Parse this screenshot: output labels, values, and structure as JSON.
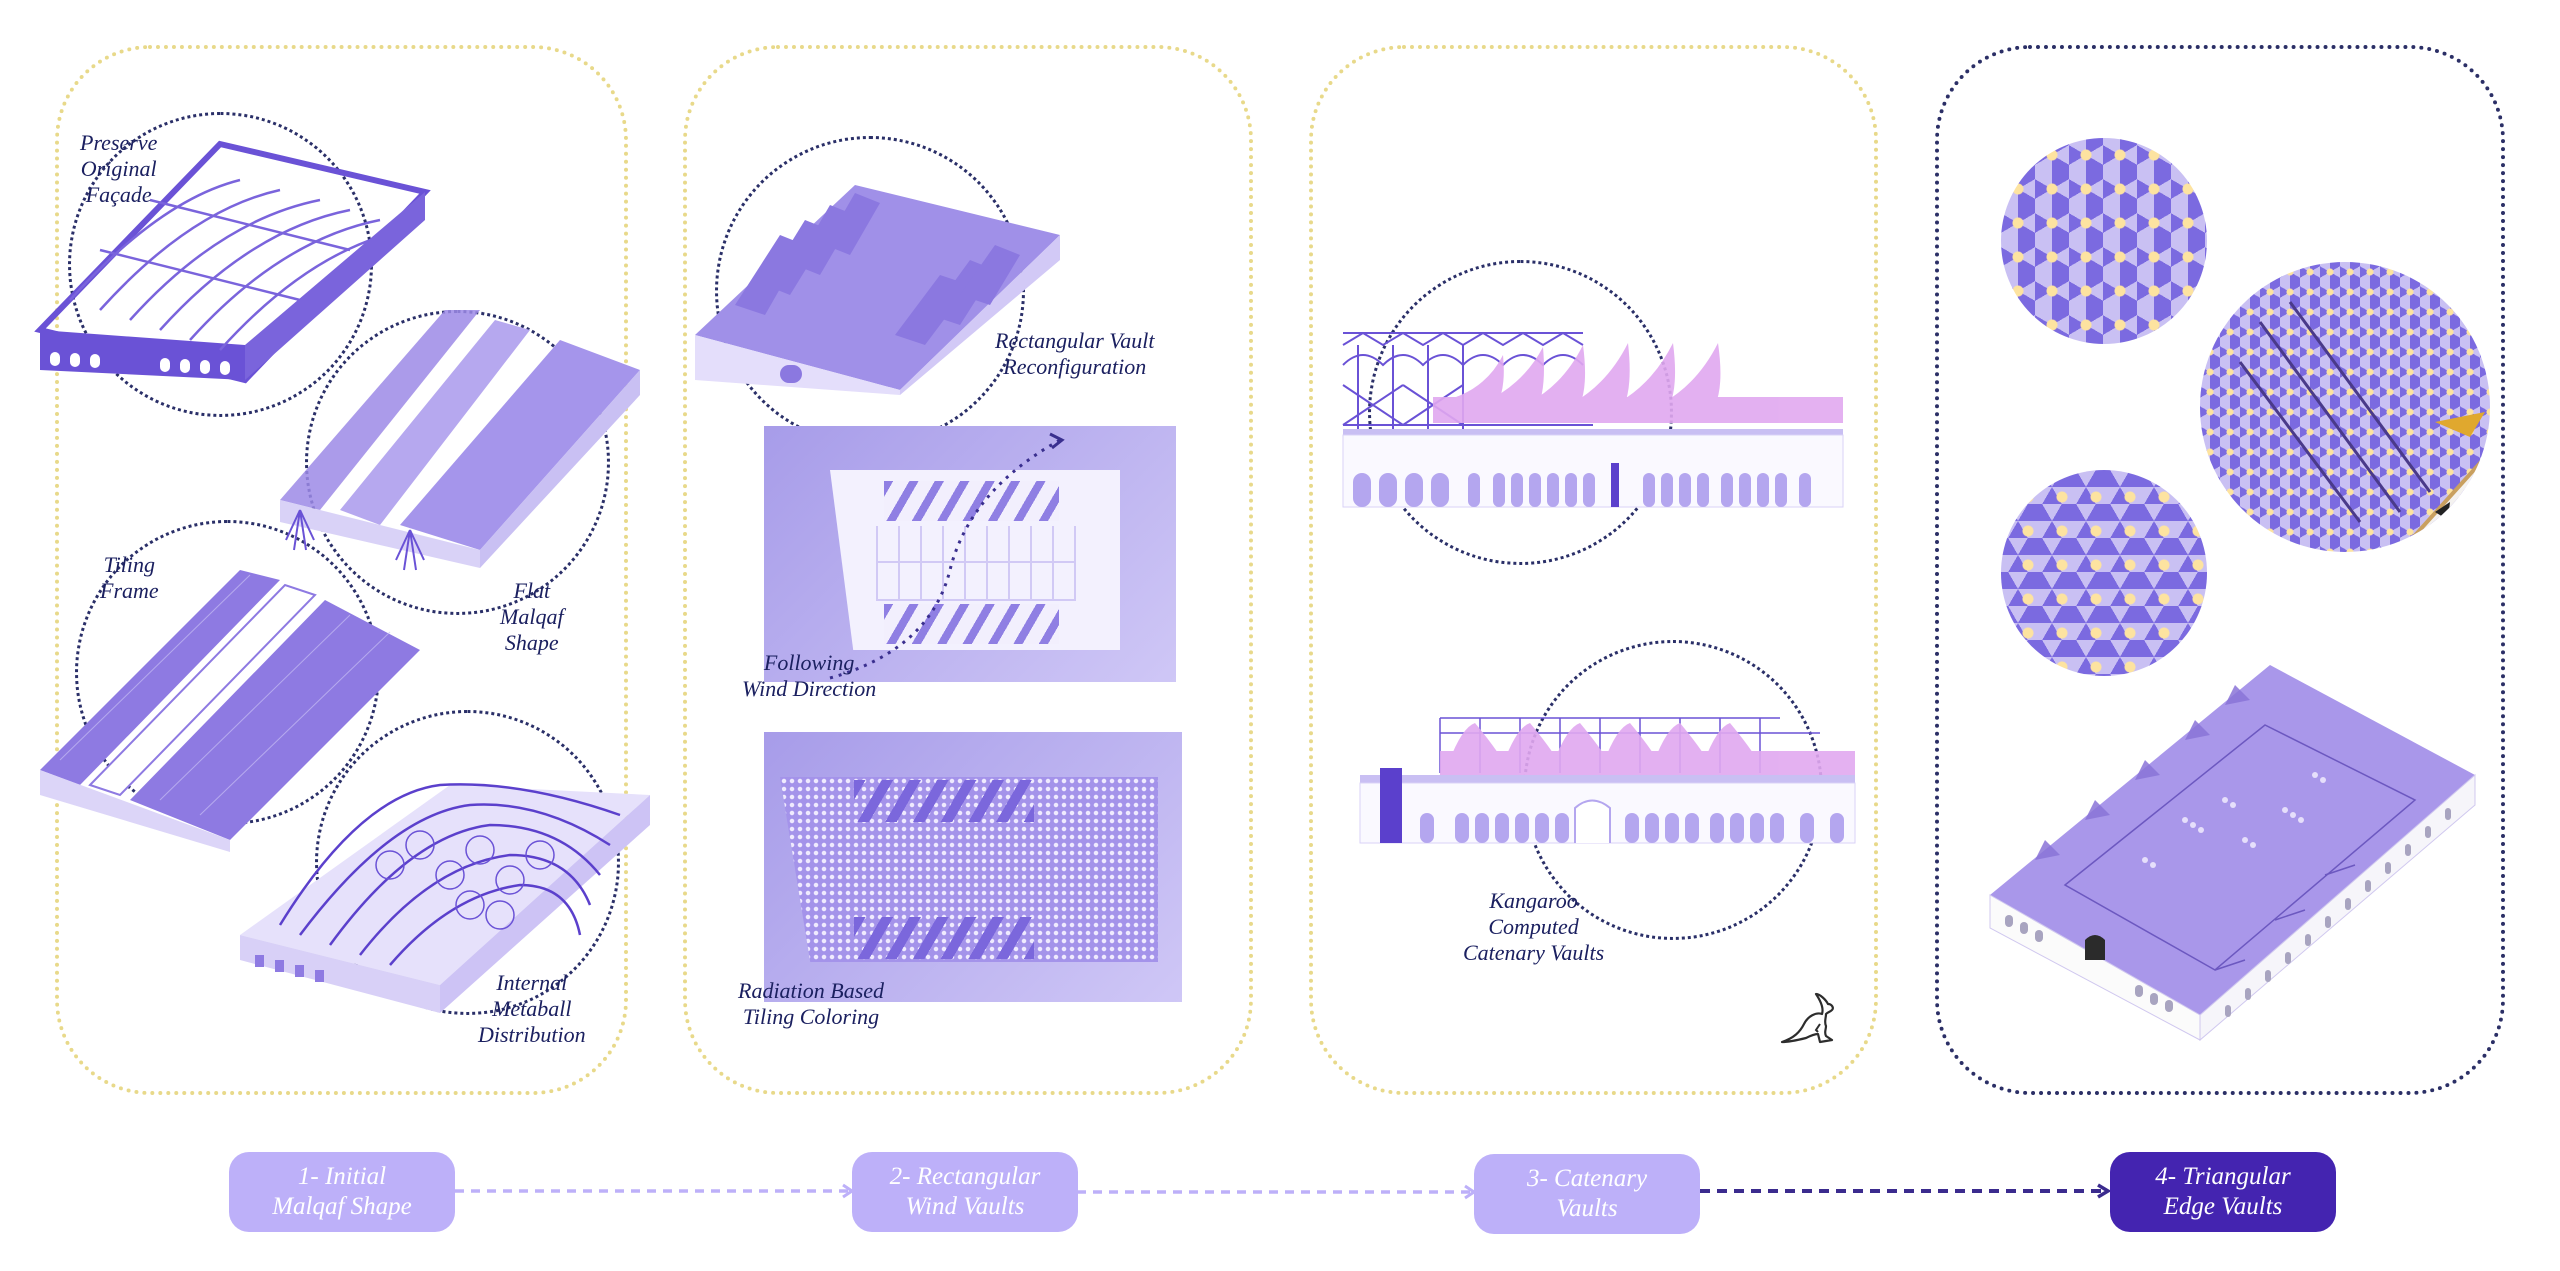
{
  "colors": {
    "step_inactive": "#bdb0f9",
    "step_active": "#4424b0",
    "label_text": "#1b2060",
    "panel_border_gold": "#e8d98a",
    "panel_border_navy": "#2b2f66",
    "building_purple": "#6a52d6",
    "vault_pink": "#e1a8f0",
    "tile_yellow": "#fde3a0"
  },
  "panels": [
    {
      "id": "initial-malqaf-shape",
      "annotations": [
        {
          "lines": [
            "Preserve",
            "Original",
            "Façade"
          ]
        },
        {
          "lines": [
            "Flat",
            "Malqaf",
            "Shape"
          ]
        },
        {
          "lines": [
            "Tiling",
            "Frame"
          ]
        },
        {
          "lines": [
            "Internal",
            "Metaball",
            "Distribution"
          ]
        }
      ]
    },
    {
      "id": "rectangular-wind-vaults",
      "annotations": [
        {
          "lines": [
            "Rectangular Vault",
            "Reconfiguration"
          ]
        },
        {
          "lines": [
            "Following",
            "Wind Direction"
          ]
        },
        {
          "lines": [
            "Radiation Based",
            "Tiling Coloring"
          ]
        }
      ]
    },
    {
      "id": "catenary-vaults",
      "annotations": [
        {
          "lines": [
            "Kangaroo",
            "Computed",
            "Catenary Vaults"
          ]
        }
      ],
      "icon": "kangaroo-icon"
    },
    {
      "id": "triangular-edge-vaults",
      "annotations": []
    }
  ],
  "steps": [
    {
      "line1": "1- Initial",
      "line2": "Malqaf Shape",
      "active": false
    },
    {
      "line1": "2- Rectangular",
      "line2": "Wind Vaults",
      "active": false
    },
    {
      "line1": "3- Catenary",
      "line2": "Vaults",
      "active": false
    },
    {
      "line1": "4- Triangular",
      "line2": "Edge Vaults",
      "active": true
    }
  ]
}
